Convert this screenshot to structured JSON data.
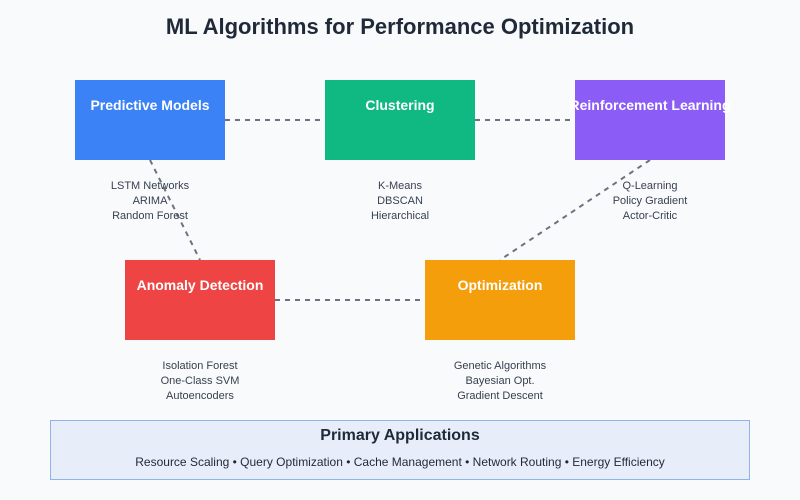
{
  "title": "ML Algorithms for Performance Optimization",
  "nodes": [
    {
      "id": "predictive",
      "label": "Predictive Models",
      "color": "#3b82f6",
      "items": [
        "LSTM Networks",
        "ARIMA",
        "Random Forest"
      ]
    },
    {
      "id": "clustering",
      "label": "Clustering",
      "color": "#10b981",
      "items": [
        "K-Means",
        "DBSCAN",
        "Hierarchical"
      ]
    },
    {
      "id": "reinforcement",
      "label": "Reinforcement Learning",
      "color": "#8b5cf6",
      "items": [
        "Q-Learning",
        "Policy Gradient",
        "Actor-Critic"
      ]
    },
    {
      "id": "anomaly",
      "label": "Anomaly Detection",
      "color": "#ef4444",
      "items": [
        "Isolation Forest",
        "One-Class SVM",
        "Autoencoders"
      ]
    },
    {
      "id": "optimization",
      "label": "Optimization",
      "color": "#f59e0b",
      "items": [
        "Genetic Algorithms",
        "Bayesian Opt.",
        "Gradient Descent"
      ]
    }
  ],
  "applications": {
    "title": "Primary Applications",
    "list": "Resource Scaling • Query Optimization • Cache Management • Network Routing • Energy Efficiency"
  },
  "colors": {
    "connector": "#6b7280",
    "apps_border": "#8fb4ea",
    "apps_fill": "#e7eefa"
  }
}
